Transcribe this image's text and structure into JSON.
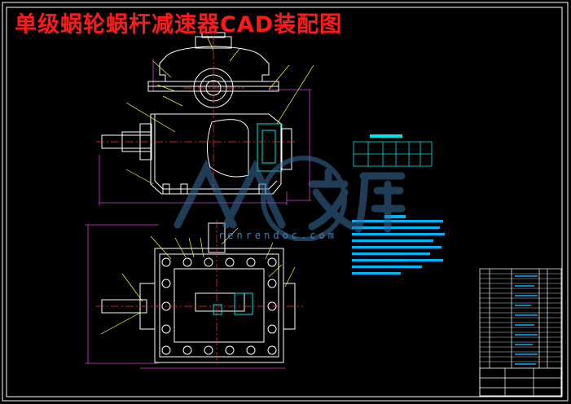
{
  "title": "单级蜗轮蜗杆减速器CAD装配图",
  "watermark": {
    "chars": "人人文库",
    "url": "renrendoc.com"
  },
  "colors": {
    "title": "#ff1a1a",
    "outline": "#ffffff",
    "centerline": "#ff3333",
    "dimension": "#d63ad6",
    "leader": "#ffff33",
    "section": "#00e5e5",
    "watermark": "#3a6f9f"
  }
}
